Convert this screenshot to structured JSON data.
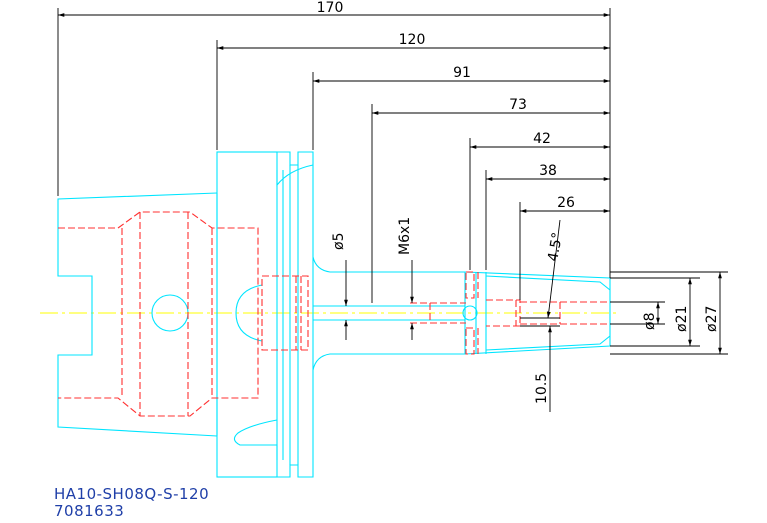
{
  "drawing": {
    "part_number": "HA10-SH08Q-S-120",
    "order_code": "7081633",
    "colors": {
      "outline": "#00e5ff",
      "hidden": "#ff3030",
      "centerline": "#ffff00",
      "dimension": "#000000",
      "title": "#1f3fa8"
    },
    "dimensions": {
      "overall_length": "170",
      "gauge_length": "120",
      "flange_to_nose": "91",
      "thread_position": "73",
      "bore_depth": "42",
      "clamp_position": "38",
      "nose_bore": "26",
      "coolant_bore": "ø5",
      "thread": "M6x1",
      "taper_angle": "4.5°",
      "nose_offset": "10.5",
      "bore_diameter": "ø8",
      "nose_diameter": "ø21",
      "outer_diameter": "ø27"
    }
  }
}
